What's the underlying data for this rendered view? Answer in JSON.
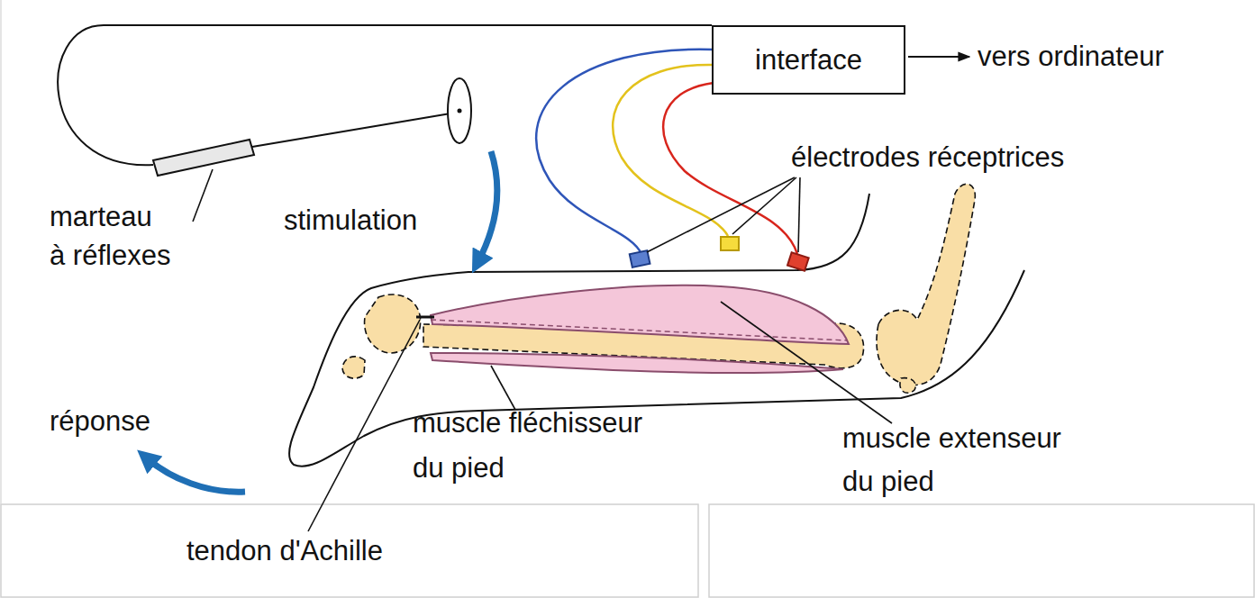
{
  "diagram": {
    "nodes": [
      {
        "text": [
          "interface"
        ]
      }
    ],
    "labels": [
      "vers ordinateur",
      "électrodes réceptrices",
      "marteau à réflexes",
      "stimulation",
      "réponse",
      "muscle fléchisseur du pied",
      "muscle extenseur du pied",
      "tendon d'Achille"
    ]
  }
}
